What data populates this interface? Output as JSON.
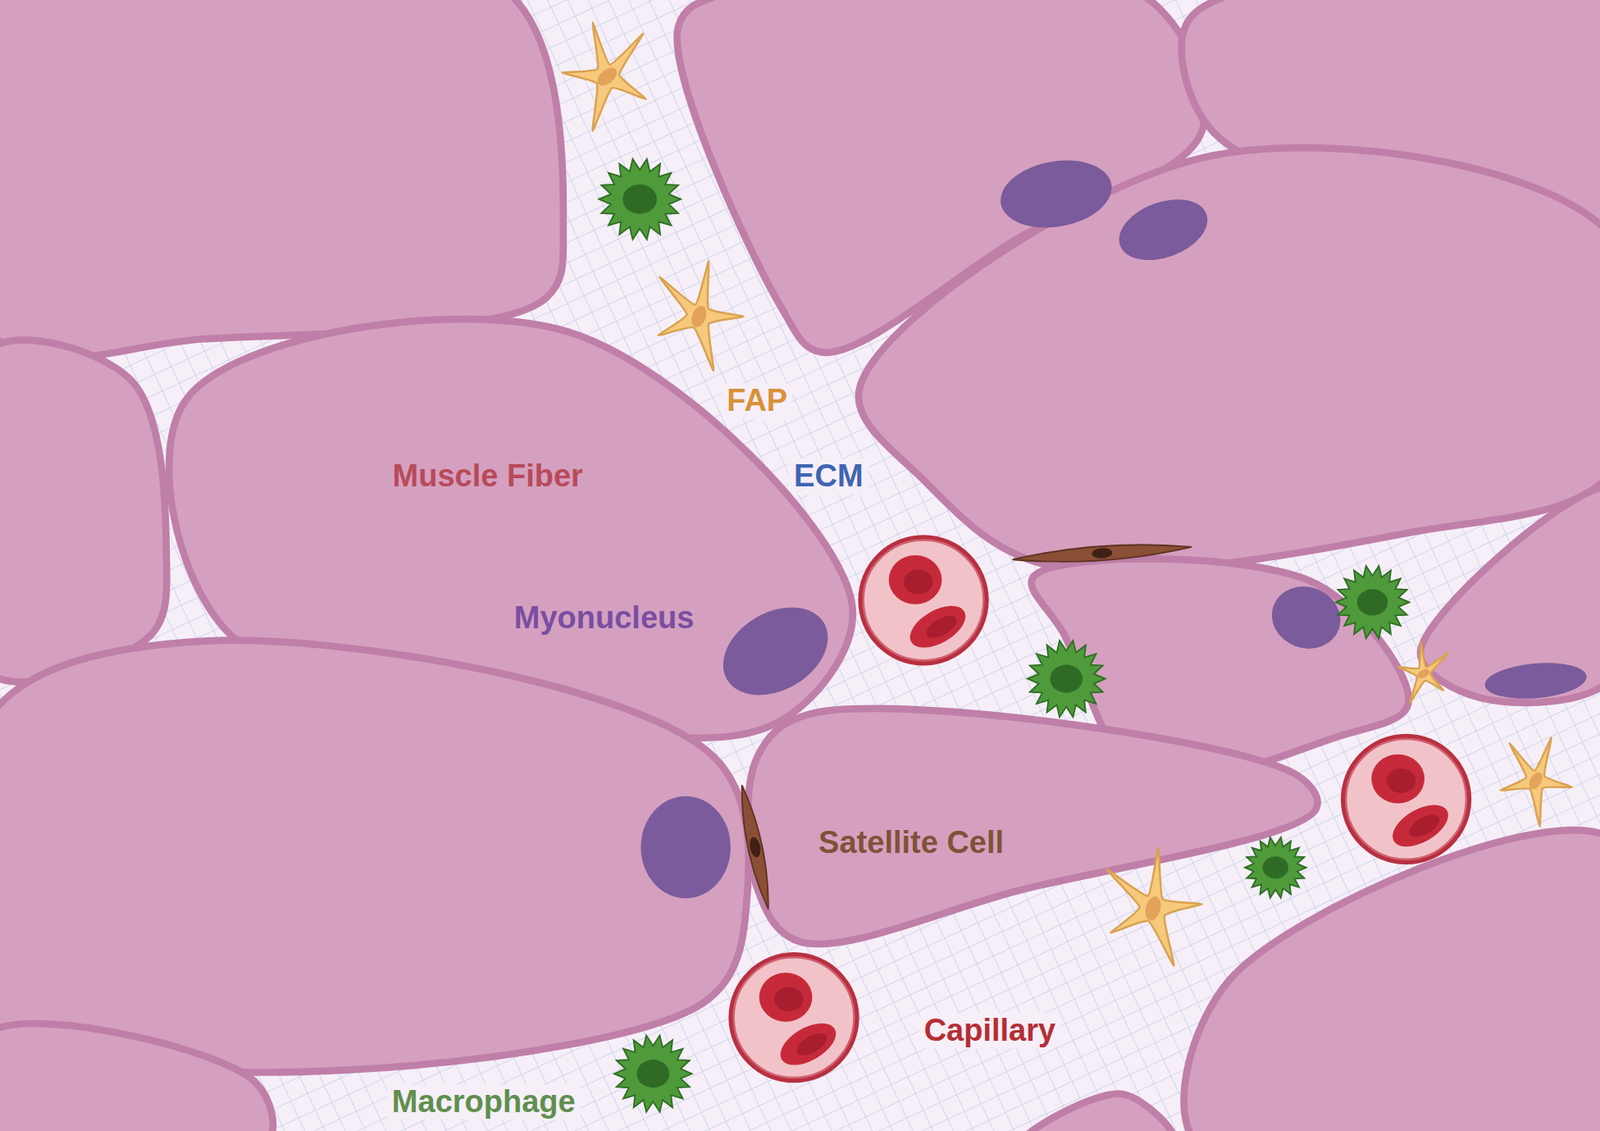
{
  "diagram": {
    "labels": [
      "FAP",
      "ECM",
      "Muscle Fiber",
      "Myonucleus",
      "Satellite Cell",
      "Capillary",
      "Macrophage"
    ]
  }
}
